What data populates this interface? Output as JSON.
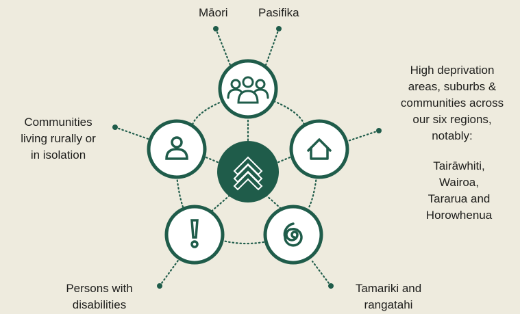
{
  "colors": {
    "background": "#eeebde",
    "primary_green": "#1f5c4a",
    "node_fill": "#ffffff",
    "text": "#1d1d1b"
  },
  "center": {
    "icon": "chevron-up-stack-icon"
  },
  "nodes": [
    {
      "id": "maori-pasifika",
      "icon": "people-group-icon"
    },
    {
      "id": "rural",
      "icon": "person-icon"
    },
    {
      "id": "deprivation",
      "icon": "house-icon"
    },
    {
      "id": "disabilities",
      "icon": "exclamation-icon"
    },
    {
      "id": "tamariki",
      "icon": "spiral-icon"
    }
  ],
  "labels": {
    "maori": "Māori",
    "pasifika": "Pasifika",
    "rural": "Communities\nliving rurally or\nin isolation",
    "deprivation": "High deprivation\nareas, suburbs &\ncommunities across\nour six regions,\nnotably:",
    "regions": "Tairāwhiti,\nWairoa,\nTararua and\nHorowhenua",
    "disabilities": "Persons with\ndisabilities",
    "tamariki": "Tamariki and\nrangatahi"
  }
}
